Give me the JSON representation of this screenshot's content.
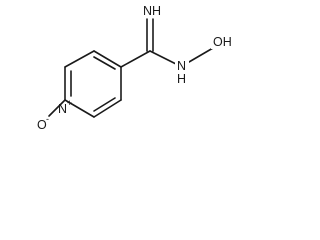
{
  "molecule": {
    "atoms": {
      "amidine_imine": "NH",
      "amidine_amine": "N",
      "amine_hydrogen": "H",
      "hydroxyl": "OH",
      "ring_nitrogen": "N",
      "ring_nitrogen_charge": "+",
      "n_oxide_oxygen": "O",
      "n_oxide_charge": "-"
    }
  }
}
